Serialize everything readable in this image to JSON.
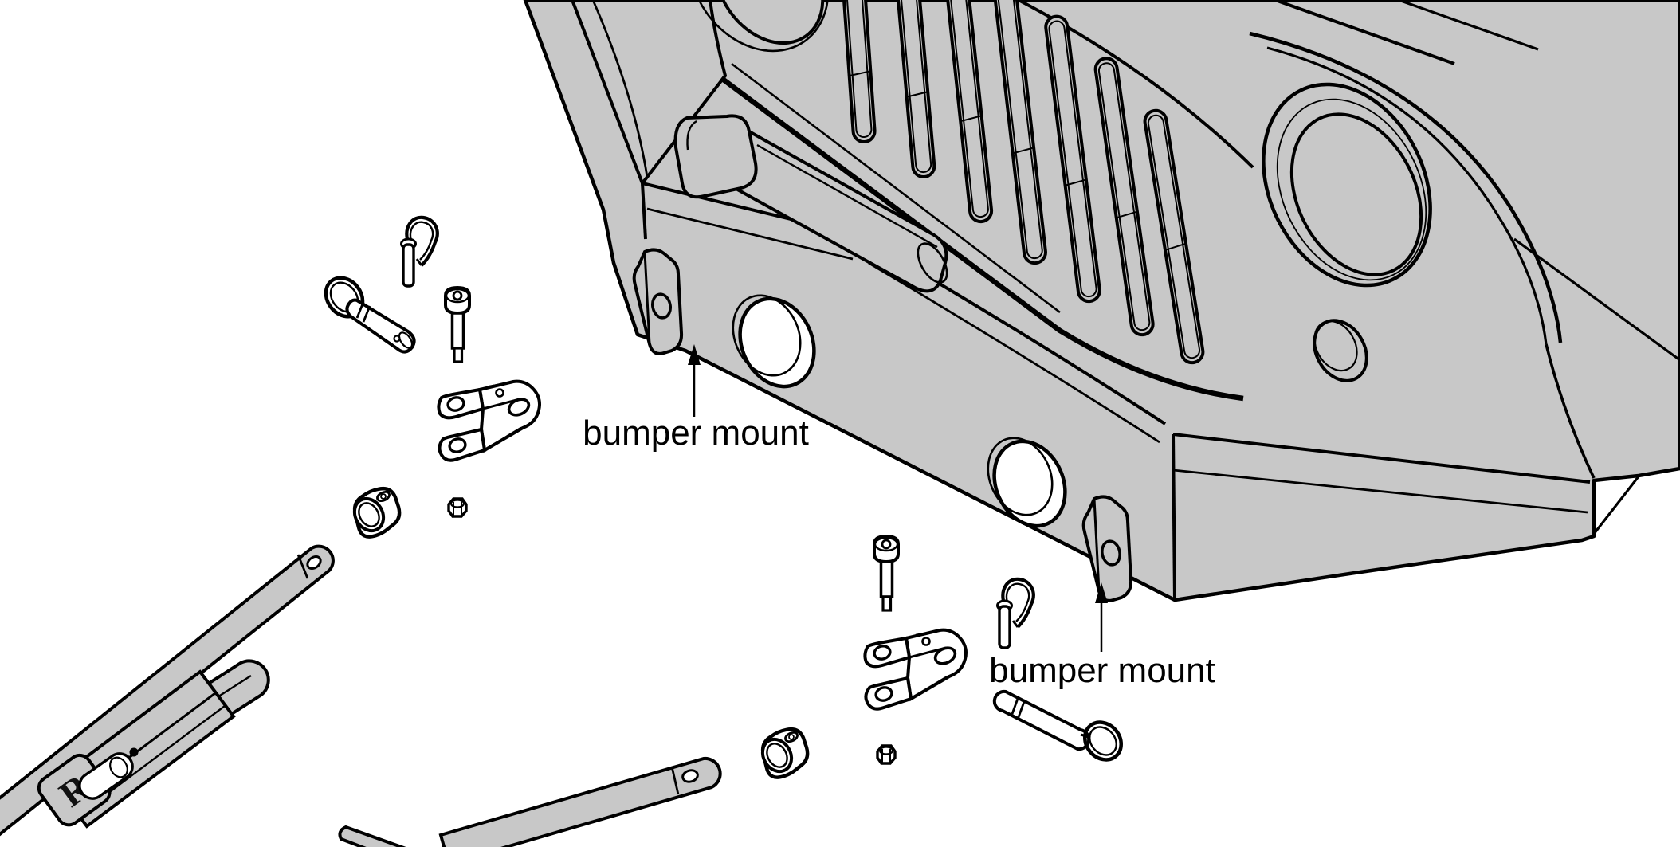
{
  "diagram": {
    "type": "tow-bar-to-bumper-installation-illustration",
    "labels": {
      "bumper_mount_1": {
        "text": "bumper mount"
      },
      "bumper_mount_2": {
        "text": "bumper mount"
      }
    },
    "logo": {
      "text": "R"
    },
    "colors": {
      "background": "#ffffff",
      "body_gray": "#c8c8c8",
      "outline": "#000000",
      "hole_white": "#ffffff"
    },
    "parts": [
      "jeep-front-end",
      "hood",
      "grille-seven-slots",
      "headlight-right",
      "headlight-left-partial",
      "parking-light",
      "fender-flare",
      "front-bumper",
      "winch-roller",
      "fog-light-hole-left",
      "fog-light-hole-right",
      "bumper-mount-tab-left",
      "bumper-mount-tab-right",
      "tow-bar-arm-upper",
      "tow-bar-arm-lower",
      "tow-bar-head",
      "roadmaster-logo-tag",
      "hitch-pin-with-clip-left",
      "hitch-pin-with-clip-right",
      "clevis-pin-with-ring-left",
      "clevis-pin-with-ring-right",
      "socket-head-bolt-left",
      "socket-head-bolt-right",
      "clevis-bracket-left",
      "clevis-bracket-right",
      "bushing-left",
      "bushing-right",
      "hex-nut-left",
      "hex-nut-right"
    ]
  }
}
